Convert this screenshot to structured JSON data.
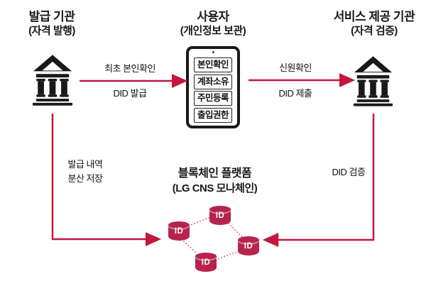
{
  "colors": {
    "accent": "#C3173D",
    "node": "#B7234A",
    "ink": "#1A1A1A"
  },
  "nodes": {
    "issuer": {
      "title": "발급 기관",
      "subtitle": "(자격 발행)",
      "icon": "bank-icon"
    },
    "user": {
      "title": "사용자",
      "subtitle": "(개인정보 보관)",
      "icon": "smartphone-icon",
      "credentials": [
        "본인확인",
        "계좌소유",
        "주민등록",
        "출입권한"
      ]
    },
    "service": {
      "title": "서비스 제공 기관",
      "subtitle": "(자격 검증)",
      "icon": "bank-icon"
    },
    "blockchain": {
      "title": "블록체인 플랫폼",
      "subtitle": "(LG CNS 모나체인)",
      "icon": "database-icon",
      "node_label": "ID"
    }
  },
  "flows": {
    "issue": {
      "label_top": "최초 본인확인",
      "label_bottom": "DID 발급"
    },
    "submit": {
      "label_top": "신원확인",
      "label_bottom": "DID 제출"
    },
    "store": {
      "label_line1": "발급 내역",
      "label_line2": "분산 저장"
    },
    "verify": {
      "label": "DID 검증"
    }
  }
}
